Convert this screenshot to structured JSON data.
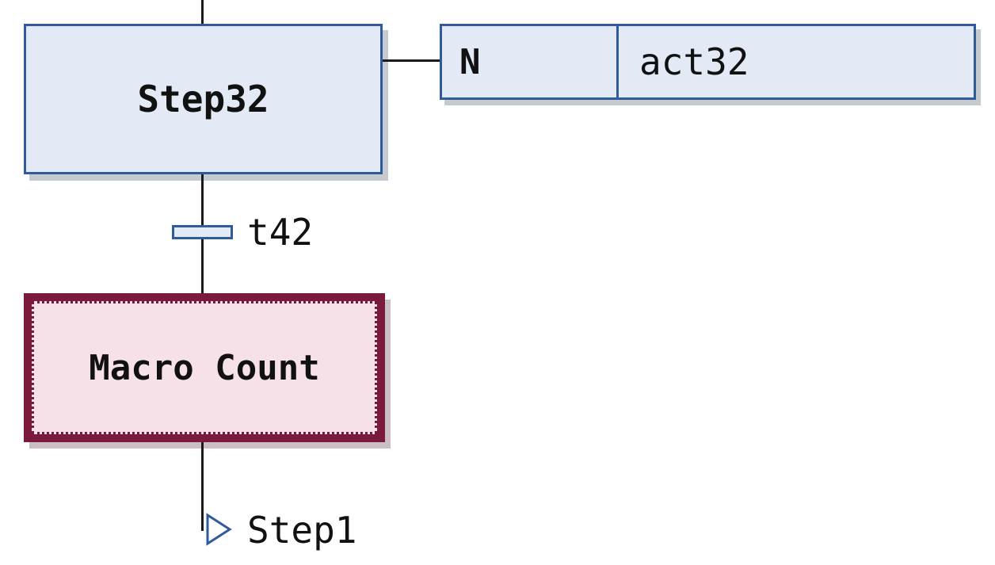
{
  "step": {
    "name": "Step32"
  },
  "action": {
    "qualifier": "N",
    "name": "act32"
  },
  "transition": {
    "name": "t42"
  },
  "macro_step": {
    "name": "Macro Count"
  },
  "jump": {
    "target": "Step1"
  },
  "colors": {
    "step_fill": "#e3eaf6",
    "step_border": "#2f5b9a",
    "macro_fill": "#f6e1e8",
    "macro_border": "#7a1a3c",
    "wire": "#1a1a1a"
  }
}
